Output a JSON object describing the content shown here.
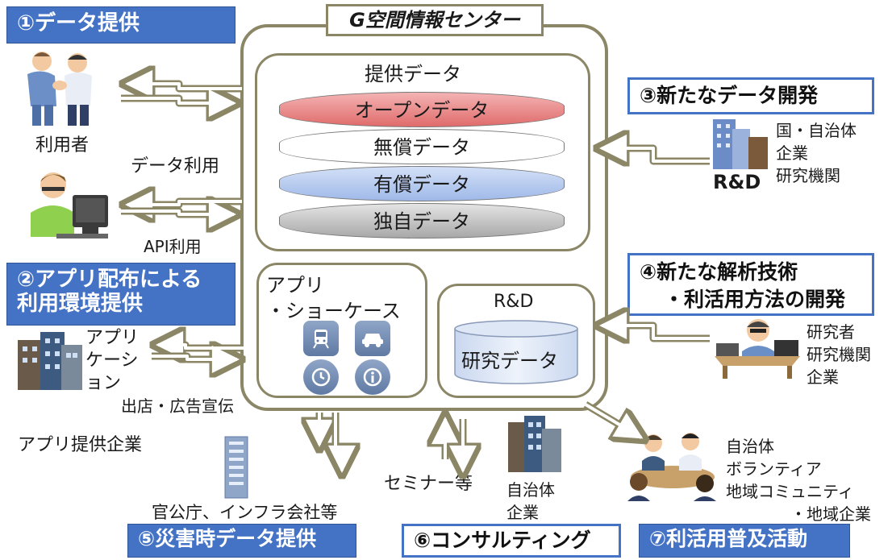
{
  "center": {
    "title": "G空間情報センター",
    "provided_data": "提供データ",
    "layers": [
      {
        "label": "オープンデータ",
        "color": "#e06b6b"
      },
      {
        "label": "無償データ",
        "color": "#ffffff"
      },
      {
        "label": "有償データ",
        "color": "#9fb9e8"
      },
      {
        "label": "独自データ",
        "color": "#bdbdbd"
      }
    ],
    "showcase_line1": "アプリ",
    "showcase_line2": "・ショーケース",
    "rd_title": "R&D",
    "research_data": "研究データ"
  },
  "left": {
    "banner1": "①データ提供",
    "users": "利用者",
    "data_use": "データ利用",
    "api_use": "API利用",
    "banner2_line1": "②アプリ配布による",
    "banner2_line2": "利用環境提供",
    "application": [
      "アプリ",
      "ケーシ",
      "ョン"
    ],
    "store_ads": "出店・広告宣伝",
    "app_companies": "アプリ提供企業"
  },
  "right": {
    "banner3": "③新たなデータ開発",
    "gov_lines": [
      "国・自治体",
      "企業",
      "研究機関"
    ],
    "rd_label": "R&D",
    "banner4_line1": "④新たな解析技術",
    "banner4_line2": "・利活用方法の開発",
    "research_lines": [
      "研究者",
      "研究機関",
      "企業"
    ],
    "community_lines": [
      "自治体",
      "ボランティア",
      "地域コミュニティ",
      "・地域企業"
    ]
  },
  "bottom": {
    "gov_infra": "官公庁、インフラ会社等",
    "seminar": "セミナー等",
    "local_gov_lines": [
      "自治体",
      "企業"
    ],
    "banner5": "⑤災害時データ提供",
    "banner6": "⑥コンサルティング",
    "banner7": "⑦利活用普及活動"
  },
  "colors": {
    "banner_blue": "#4472c4",
    "frame": "#8b8665"
  }
}
